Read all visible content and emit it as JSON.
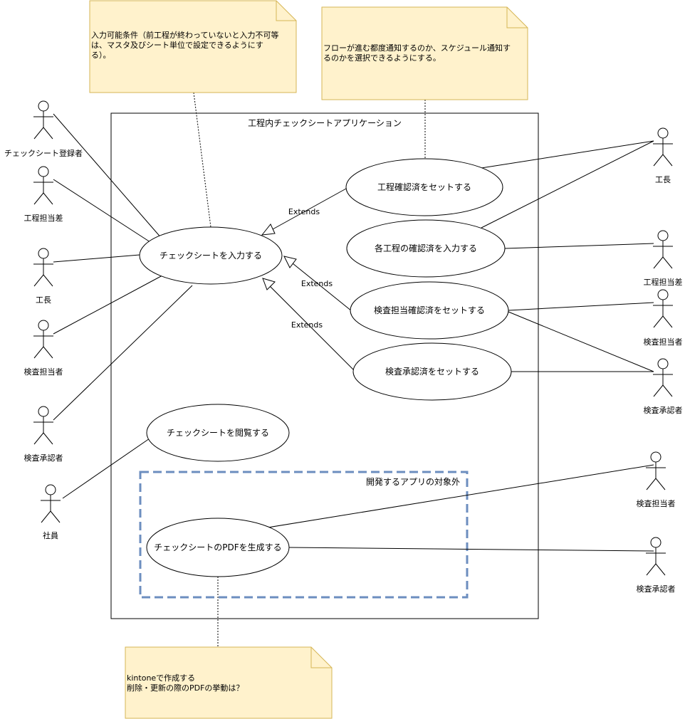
{
  "system": {
    "title": "工程内チェックシートアプリケーション"
  },
  "notes": {
    "input_condition": [
      "入力可能条件（前工程が終わっていないと入力不可等",
      "は、マスタ及びシート単位で設定できるようにす",
      "る）。"
    ],
    "notify": [
      "フローが進む都度通知するのか、スケジュール通知す",
      "るのかを選択できるようにする。"
    ],
    "kintone": [
      "kintoneで作成する",
      "削除・更新の際のPDFの挙動は？"
    ]
  },
  "out_of_scope": {
    "label": "開発するアプリの対象外"
  },
  "actors": {
    "registrant": "チェックシート登録者",
    "process_left": "工程担当差",
    "foreman_left": "工長",
    "inspector_left": "検査担当者",
    "approver_left": "検査承認者",
    "employee": "社員",
    "foreman_right": "工長",
    "process_right": "工程担当差",
    "inspector_right": "検査担当者",
    "approver_right": "検査承認者",
    "inspector_pdf": "検査担当者",
    "approver_pdf": "検査承認者"
  },
  "usecases": {
    "input_sheet": "チェックシートを入力する",
    "process_confirmed": "工程確認済をセットする",
    "each_process": "各工程の確認済を入力する",
    "inspector_confirmed": "検査担当確認済をセットする",
    "approval_confirmed": "検査承認済をセットする",
    "view_sheet": "チェックシートを閲覧する",
    "generate_pdf": "チェックシートのPDFを生成する"
  },
  "relations": {
    "extends": "Extends"
  },
  "colors": {
    "note_fill": "#fff2cc",
    "note_stroke": "#d6b656",
    "scope_stroke": "#6c8ebf"
  }
}
